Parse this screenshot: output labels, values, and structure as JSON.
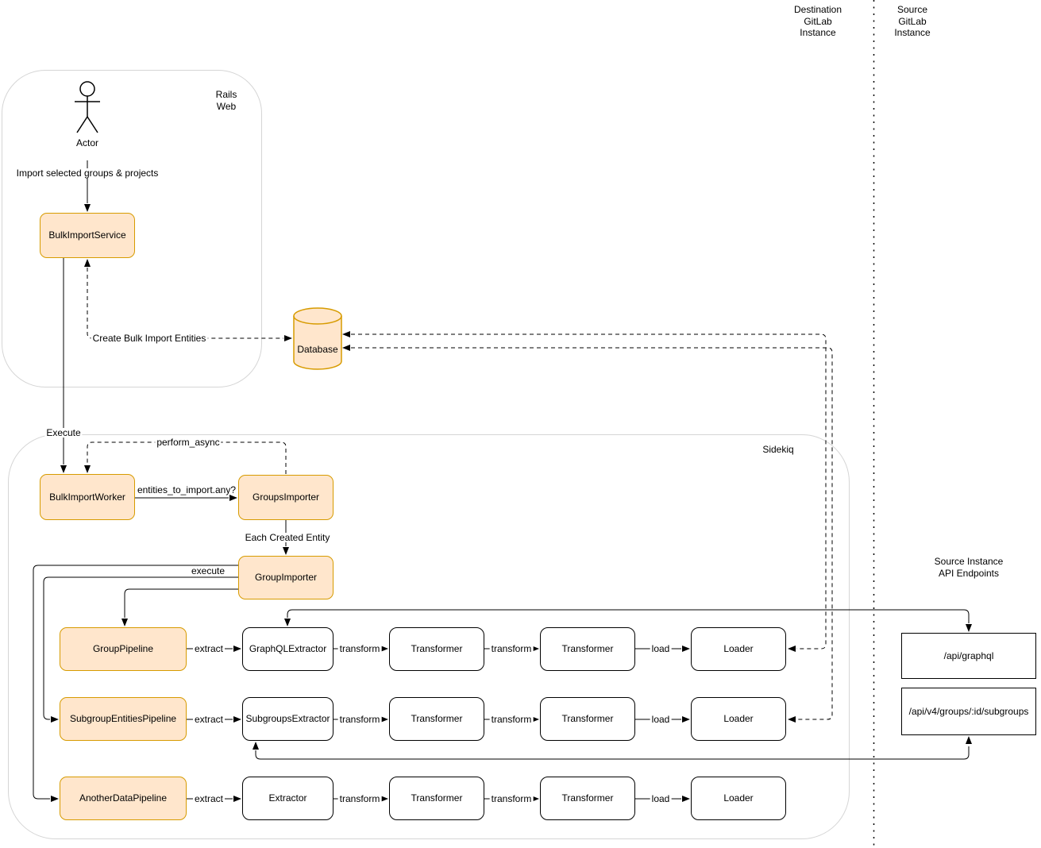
{
  "headers": {
    "destination_instance": "Destination\nGitLab\nInstance",
    "source_instance": "Source\nGitLab\nInstance",
    "api_endpoints_title": "Source Instance API Endpoints"
  },
  "containers": {
    "rails_web": "Rails\nWeb",
    "sidekiq": "Sidekiq"
  },
  "actor": {
    "label": "Actor"
  },
  "nodes": {
    "bulk_import_service": "BulkImportService",
    "database": "Database",
    "bulk_import_worker": "BulkImportWorker",
    "groups_importer": "GroupsImporter",
    "group_importer": "GroupImporter",
    "group_pipeline": "GroupPipeline",
    "subgroup_entities_pipeline": "SubgroupEntitiesPipeline",
    "another_data_pipeline": "AnotherDataPipeline",
    "graphql_extractor": "GraphQLExtractor",
    "subgroups_extractor": "SubgroupsExtractor",
    "extractor": "Extractor",
    "transformer": "Transformer",
    "loader": "Loader",
    "api_graphql": "/api/graphql",
    "api_subgroups": "/api/v4/groups/:id/subgroups"
  },
  "edge_labels": {
    "import_selected": "Import selected groups & projects",
    "create_bulk_import_entities": "Create Bulk Import Entities",
    "execute": "Execute",
    "perform_async": "perform_async",
    "entities_to_import": "entities_to_import.any?",
    "each_created_entity": "Each Created Entity",
    "execute_pipeline": "execute",
    "extract": "extract",
    "transform": "transform",
    "load": "load"
  },
  "colors": {
    "highlight_fill": "#FFE6CC",
    "highlight_border": "#D79B00",
    "box_border": "#000000",
    "container_border": "#D5D5D5"
  }
}
